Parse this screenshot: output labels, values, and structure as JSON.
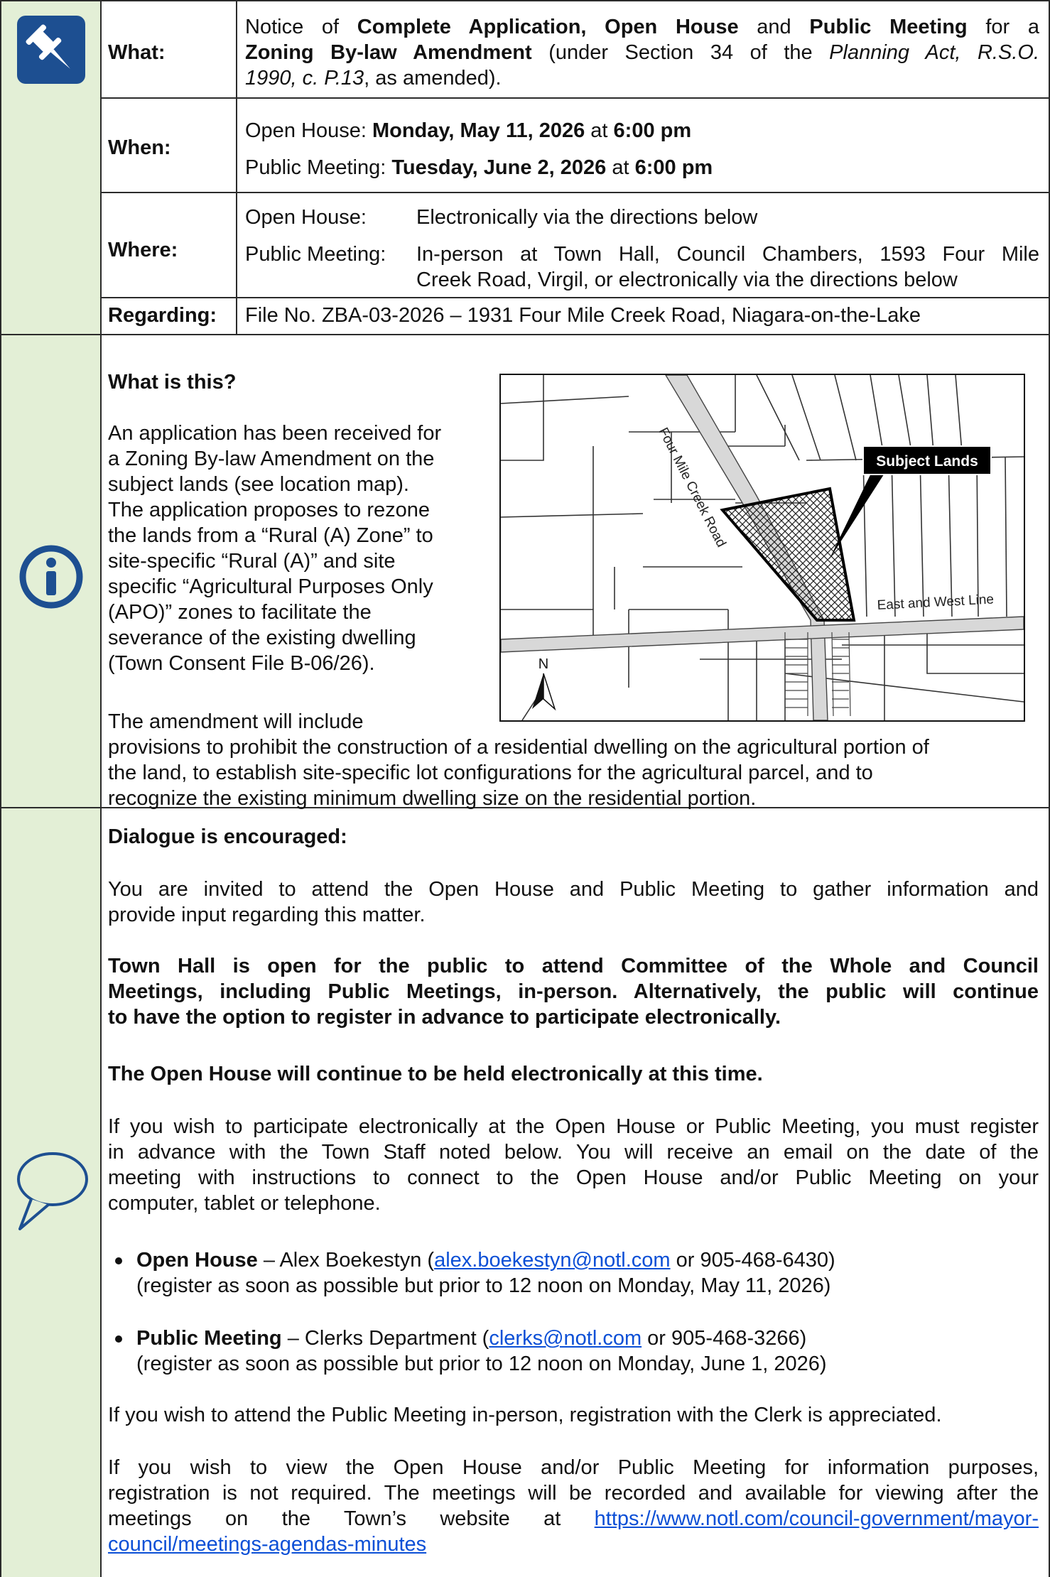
{
  "what": {
    "label": "What:",
    "line1_pre": "Notice of ",
    "line1_b1": "Complete Application, Open House",
    "line1_and": " and ",
    "line1_b2": "Public Meeting",
    "line1_post": " for a",
    "line2_b": "Zoning By-law Amendment",
    "line2_post": " (under Section 34 of the ",
    "line2_i": "Planning Act, R.S.O.",
    "line3_i": "1990, c. P.13",
    "line3_post": ", as amended)."
  },
  "when": {
    "label": "When:",
    "oh_pre": "Open House: ",
    "oh_date": "Monday, May 11, 2026",
    "oh_at": " at ",
    "oh_time": "6:00 pm",
    "pm_pre": "Public Meeting: ",
    "pm_date": "Tuesday, June 2, 2026",
    "pm_at": " at ",
    "pm_time": "6:00 pm"
  },
  "where": {
    "label": "Where:",
    "oh_label": "Open House:",
    "oh_text": "Electronically via the directions below",
    "pm_label": "Public Meeting:",
    "pm_line1": "In-person at Town Hall, Council Chambers, 1593 Four Mile",
    "pm_line2": "Creek Road, Virgil, or electronically via the directions below"
  },
  "regarding": {
    "label": "Regarding:",
    "text": "File No. ZBA-03-2026 – 1931 Four Mile Creek Road, Niagara-on-the-Lake"
  },
  "info": {
    "heading": "What is this?",
    "lines": [
      "An application has been received for",
      "a Zoning By-law Amendment on the",
      "subject lands (see location map).",
      "The application proposes to rezone",
      "the lands from a “Rural (A) Zone” to",
      "site-specific “Rural (A)” and site",
      "specific “Agricultural Purposes Only",
      "(APO)” zones to facilitate the",
      "severance of the existing dwelling",
      "(Town Consent File B-06/26)."
    ],
    "amend_lines": [
      "The amendment will include",
      "provisions to prohibit the construction of a residential dwelling on the agricultural portion of",
      "the land, to establish site-specific lot configurations for the agricultural parcel, and to",
      "recognize the existing minimum dwelling size on the residential portion."
    ]
  },
  "map": {
    "road_label": "Four Mile Creek Road",
    "road_label2": "East and West Line",
    "callout": "Subject Lands",
    "north": "N"
  },
  "dialogue": {
    "heading": "Dialogue is encouraged:",
    "p1_l1": "You are invited to attend the Open House and Public Meeting to gather information and",
    "p1_l2": "provide input regarding this matter.",
    "p2_l1": "Town Hall is open for the public to attend Committee of the Whole and Council",
    "p2_l2": "Meetings, including Public Meetings, in-person.  Alternatively, the public will continue",
    "p2_l3": "to have the option to register in advance to participate electronically.",
    "p3": "The Open House will continue to be held electronically at this time.",
    "p4_l1": "If you wish to participate electronically at the Open House or Public Meeting, you must register",
    "p4_l2": "in advance with the Town Staff noted below. You will receive an email on the date of the",
    "p4_l3": "meeting with instructions to connect to the Open House and/or Public Meeting on your",
    "p4_l4": "computer, tablet or telephone.",
    "b1_label": "Open House",
    "b1_mid": " – Alex Boekestyn (",
    "b1_email": "alex.boekestyn@notl.com",
    "b1_post": " or 905-468-6430)",
    "b1_l2": "(register as soon as possible but prior to 12 noon on Monday, May 11, 2026)",
    "b2_label": "Public Meeting",
    "b2_mid": " – Clerks Department (",
    "b2_email": "clerks@notl.com",
    "b2_post": " or 905-468-3266)",
    "b2_l2": "(register as soon as possible but prior to 12 noon on Monday, June 1, 2026)",
    "p5": "If you wish to attend the Public Meeting in-person, registration with the Clerk is appreciated.",
    "p6_l1": "If you wish to view the Open House and/or Public Meeting for information purposes,",
    "p6_l2": "registration is not required. The meetings will be recorded and available for viewing after the",
    "p6_l3_pre": "meetings   on   the   Town’s   website   at   ",
    "p6_link1": "https://www.notl.com/council-government/mayor-",
    "p6_link2": "council/meetings-agendas-minutes"
  },
  "colors": {
    "sidebar": "#e3efd6",
    "icon_blue": "#1d4f91",
    "link": "#0b4fd6",
    "border": "#2b2b2b"
  }
}
